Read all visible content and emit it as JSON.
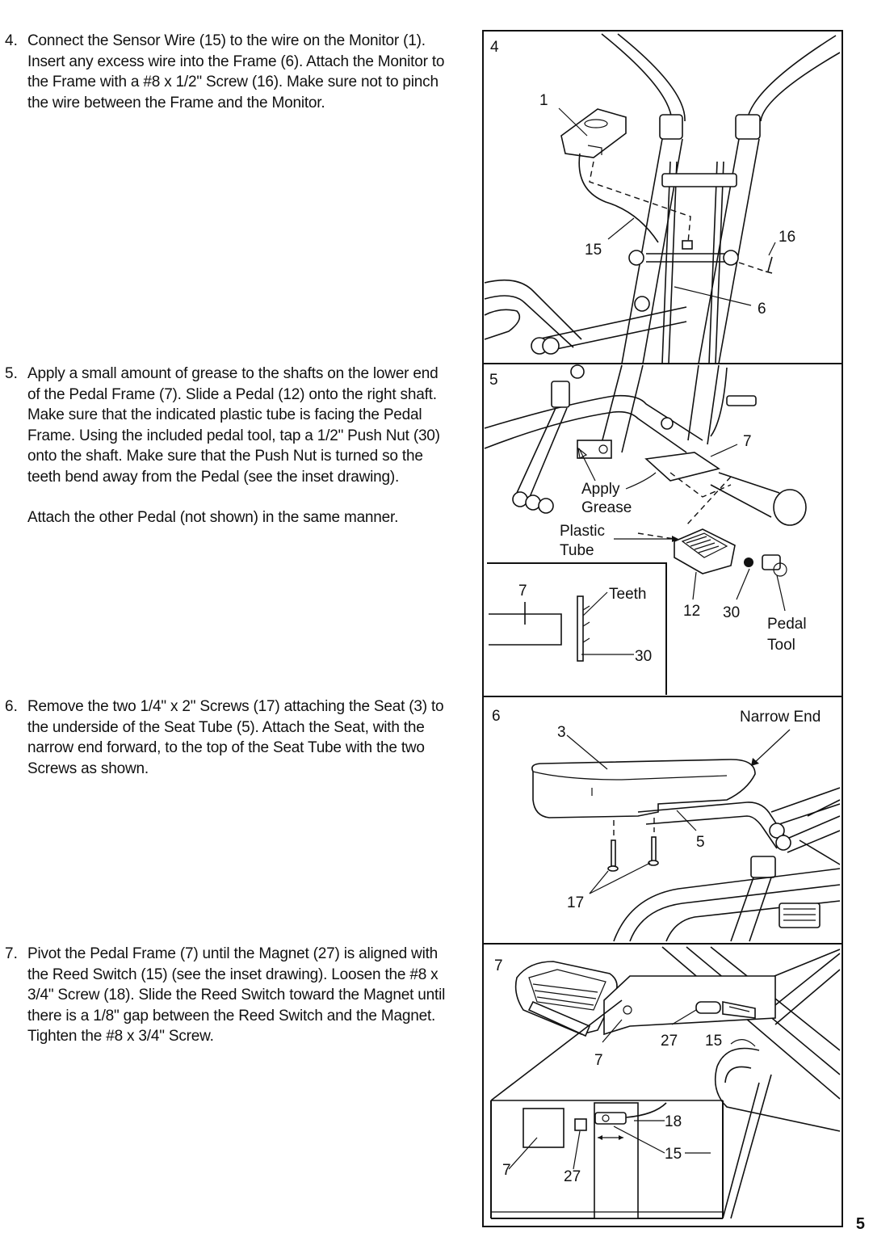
{
  "steps": [
    {
      "number": "4.",
      "paragraphs": [
        "Connect the Sensor Wire (15) to the wire on the Monitor (1). Insert any excess wire into the Frame (6). Attach the Monitor to the Frame with a #8 x 1/2\" Screw (16). Make sure not to pinch the wire between the Frame and the Monitor."
      ]
    },
    {
      "number": "5.",
      "paragraphs": [
        "Apply a small amount of grease to the shafts on the lower end of the Pedal Frame (7). Slide a Pedal (12) onto the right shaft. Make sure that the indicated plastic tube is facing the Pedal Frame. Using the included pedal tool, tap a 1/2\" Push Nut (30) onto the shaft. Make sure that the Push Nut is turned so the teeth bend away from the Pedal (see the inset drawing).",
        "Attach the other Pedal (not shown) in the same manner."
      ]
    },
    {
      "number": "6.",
      "paragraphs": [
        "Remove the two 1/4\" x 2\" Screws (17) attaching the Seat (3) to the underside of the Seat Tube (5). Attach the Seat, with the narrow end forward, to the top of the Seat Tube with the two Screws as shown."
      ]
    },
    {
      "number": "7.",
      "paragraphs": [
        "Pivot the Pedal Frame (7) until the Magnet (27) is aligned with the Reed Switch (15) (see the inset drawing). Loosen the #8 x 3/4\" Screw (18). Slide the Reed Switch toward the Magnet until there is a 1/8\" gap between the Reed Switch and the Magnet. Tighten the #8 x 3/4\" Screw."
      ]
    }
  ],
  "figures": {
    "fig4": {
      "panel": "4",
      "labels": [
        "1",
        "15",
        "16",
        "6"
      ]
    },
    "fig5": {
      "panel": "5",
      "labels": [
        "7",
        "Apply",
        "Grease",
        "Plastic",
        "Tube",
        "12",
        "30",
        "Pedal",
        "Tool"
      ],
      "inset_labels": [
        "7",
        "Teeth",
        "30"
      ]
    },
    "fig6": {
      "panel": "6",
      "labels": [
        "3",
        "Narrow End",
        "5",
        "17"
      ]
    },
    "fig7": {
      "panel": "7",
      "labels": [
        "7",
        "27",
        "15"
      ],
      "inset_labels": [
        "18",
        "15",
        "7",
        "27"
      ]
    }
  },
  "page_number": "5"
}
